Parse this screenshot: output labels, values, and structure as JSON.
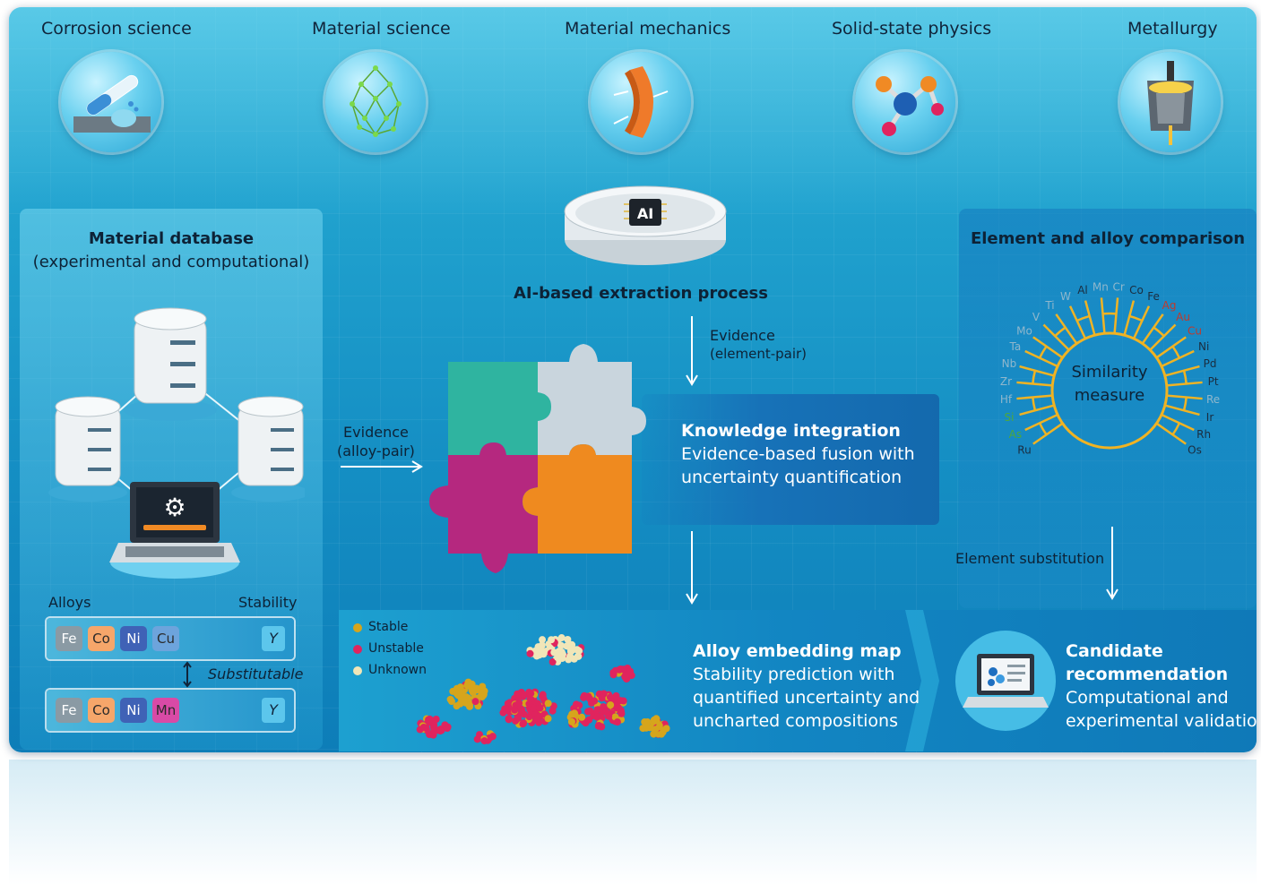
{
  "fields": [
    {
      "label": "Corrosion science",
      "icon": "test-tube-corrosion-icon"
    },
    {
      "label": "Material science",
      "icon": "crystal-lattice-icon"
    },
    {
      "label": "Material mechanics",
      "icon": "bending-beam-icon"
    },
    {
      "label": "Solid-state physics",
      "icon": "atoms-molecule-icon"
    },
    {
      "label": "Metallurgy",
      "icon": "ladle-pouring-icon"
    }
  ],
  "database": {
    "title": "Material database",
    "subtitle": "(experimental and computational)",
    "alloys_label": "Alloys",
    "stability_label": "Stability",
    "substitutable_label": "Substitutable",
    "row1": [
      "Fe",
      "Co",
      "Ni",
      "Cu"
    ],
    "row2": [
      "Fe",
      "Co",
      "Ni",
      "Mn"
    ],
    "row1_stability": "Y",
    "row2_stability": "Y"
  },
  "extraction": {
    "label": "AI-based extraction process",
    "chip_text": "AI"
  },
  "evidence_element": {
    "line1": "Evidence",
    "line2": "(element-pair)"
  },
  "evidence_alloy": {
    "line1": "Evidence",
    "line2": "(alloy-pair)"
  },
  "knowledge": {
    "title": "Knowledge integration",
    "line1": "Evidence-based fusion with",
    "line2": "uncertainty quantification"
  },
  "comparison": {
    "title": "Element and alloy comparison",
    "center_line1": "Similarity",
    "center_line2": "measure",
    "elements": [
      "Ru",
      "As",
      "Si",
      "Hf",
      "Zr",
      "Nb",
      "Ta",
      "Mo",
      "V",
      "Ti",
      "W",
      "Al",
      "Mn",
      "Cr",
      "Co",
      "Fe",
      "Ag",
      "Au",
      "Cu",
      "Ni",
      "Pd",
      "Pt",
      "Re",
      "Ir",
      "Rh",
      "Os"
    ],
    "element_colors": {
      "As": "#4fa83b",
      "Si": "#4fa83b",
      "Ag": "#c0392b",
      "Au": "#c0392b",
      "Cu": "#c0392b",
      "Re": "#8fb7cc",
      "Ti": "#8fb7cc",
      "Mo": "#8fb7cc",
      "V": "#8fb7cc",
      "W": "#8fb7cc",
      "Ta": "#8fb7cc",
      "Nb": "#8fb7cc",
      "Zr": "#8fb7cc",
      "Hf": "#8fb7cc",
      "Al": "#1a2d40",
      "Mn": "#8fb7cc",
      "Cr": "#8fb7cc",
      "Co": "#1a2d40",
      "Fe": "#1a2d40"
    }
  },
  "substitution_label": "Element substitution",
  "embedding": {
    "legend": [
      {
        "label": "Stable",
        "color": "#d6a51c"
      },
      {
        "label": "Unstable",
        "color": "#e0245e"
      },
      {
        "label": "Unknown",
        "color": "#f1e6b8"
      }
    ],
    "title": "Alloy embedding map",
    "line1": "Stability prediction with",
    "line2": "quantified uncertainty and",
    "line3": "uncharted compositions"
  },
  "candidate": {
    "title1": "Candidate",
    "title2": "recommendation",
    "line1": "Computational and",
    "line2": "experimental validation"
  },
  "colors": {
    "accent_dark": "#1469ad",
    "bg_light": "#33b2d6",
    "gold": "#f0b323",
    "puzzle_teal": "#2fb4a0",
    "puzzle_silver": "#c9d5dd",
    "puzzle_magenta": "#b5287f",
    "puzzle_orange": "#ef8a1f"
  }
}
